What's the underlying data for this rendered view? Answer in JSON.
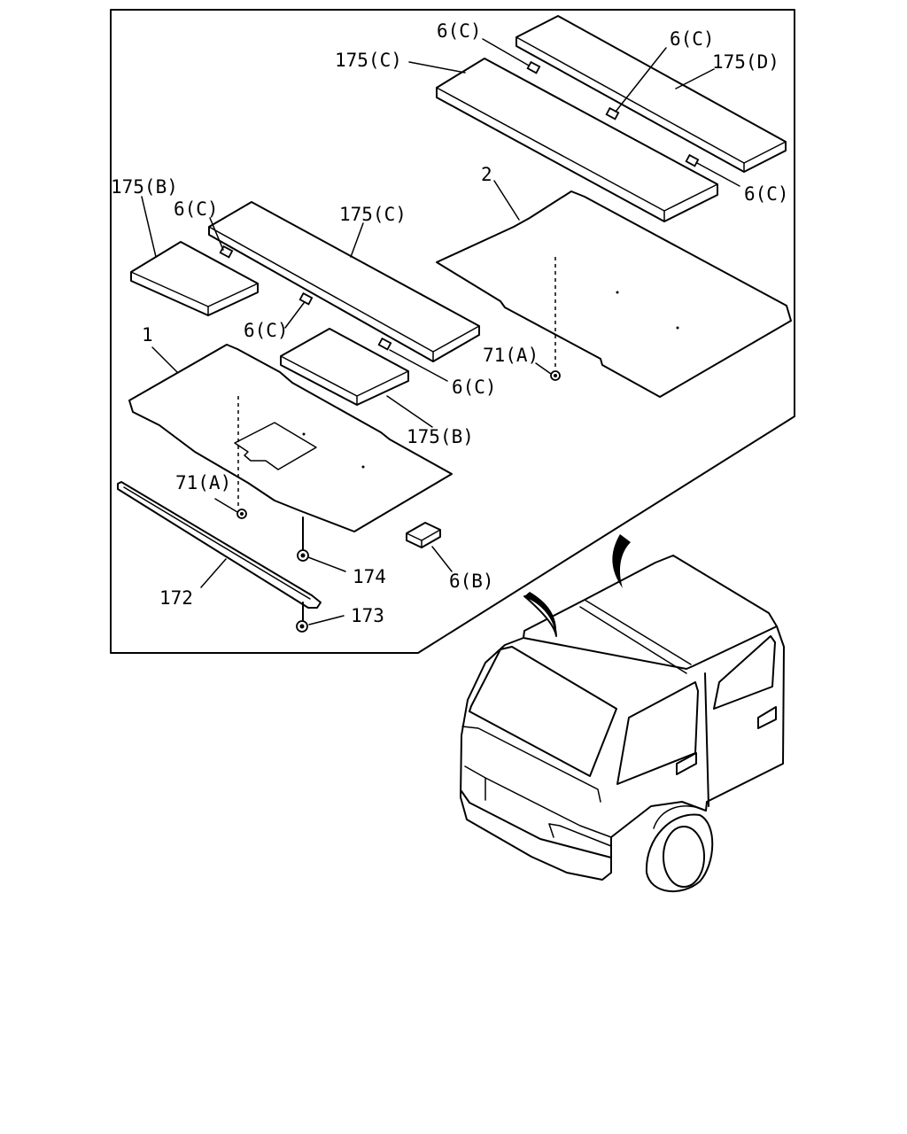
{
  "callouts": {
    "c175c_top": "175(C)",
    "c6c_a": "6(C)",
    "c6c_b": "6(C)",
    "c175d": "175(D)",
    "c6c_c": "6(C)",
    "c2": "2",
    "c175b_left": "175(B)",
    "c6c_d": "6(C)",
    "c175c_mid": "175(C)",
    "c6c_e": "6(C)",
    "c71a_right": "71(A)",
    "c6c_f": "6(C)",
    "c1": "1",
    "c175b_mid": "175(B)",
    "c71a_left": "71(A)",
    "c174": "174",
    "c6b": "6(B)",
    "c172": "172",
    "c173": "173"
  }
}
